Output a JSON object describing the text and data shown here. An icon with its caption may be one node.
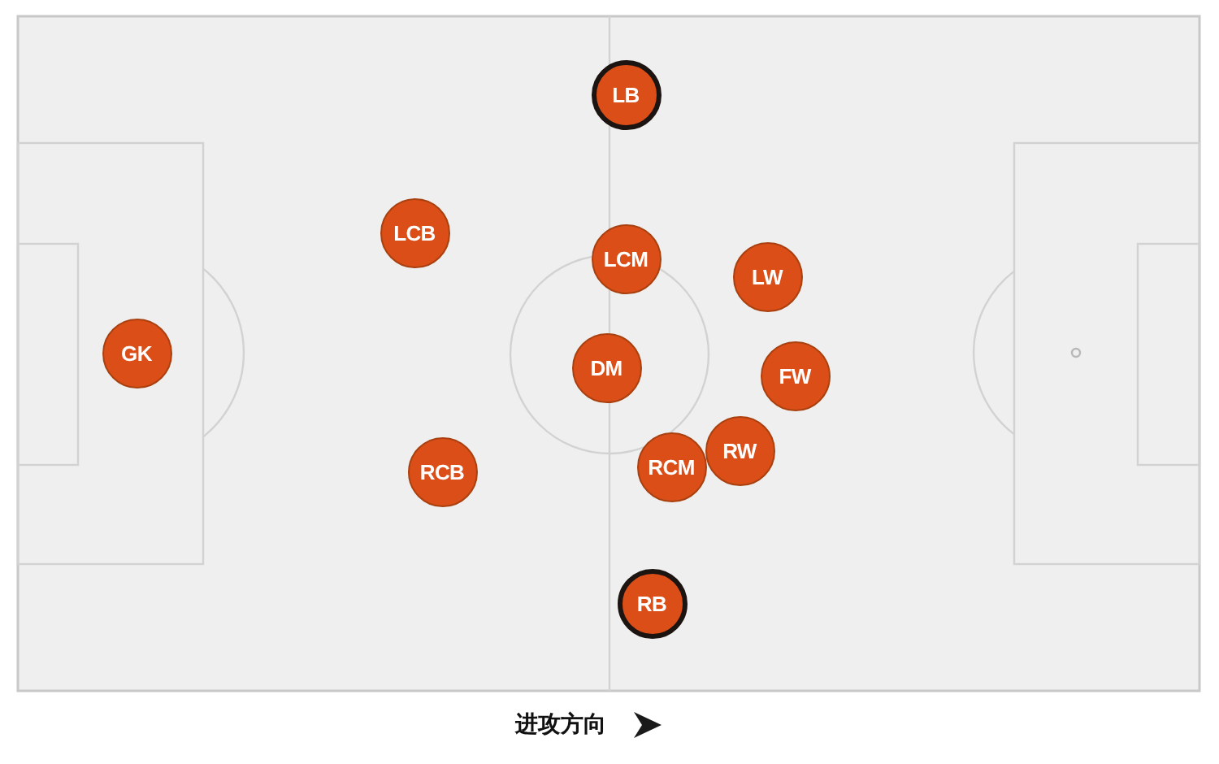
{
  "diagram": {
    "nodes": [
      {
        "text": [
          "LB"
        ]
      },
      {
        "text": [
          "LCB"
        ]
      },
      {
        "text": [
          "LCM"
        ]
      },
      {
        "text": [
          "LW"
        ]
      },
      {
        "text": [
          "GK"
        ]
      },
      {
        "text": [
          "DM"
        ]
      },
      {
        "text": [
          "FW"
        ]
      },
      {
        "text": [
          "RW"
        ]
      },
      {
        "text": [
          "RCM"
        ]
      },
      {
        "text": [
          "RCB"
        ]
      },
      {
        "text": [
          "RB"
        ]
      }
    ],
    "edges": [],
    "labels": [
      "进攻方向"
    ]
  }
}
